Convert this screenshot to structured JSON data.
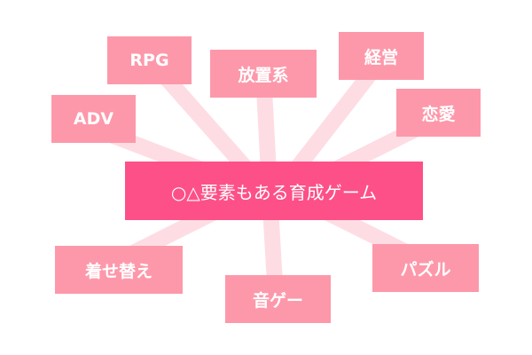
{
  "colors": {
    "center": "#fd5088",
    "node": "#fd98aa",
    "link": "#fddde3",
    "text": "#ffffff"
  },
  "center": {
    "label": "○△要素もある育成ゲーム"
  },
  "nodes": [
    {
      "id": "rpg",
      "label": "RPG"
    },
    {
      "id": "idle",
      "label": "放置系"
    },
    {
      "id": "management",
      "label": "経営"
    },
    {
      "id": "adv",
      "label": "ADV"
    },
    {
      "id": "romance",
      "label": "恋愛"
    },
    {
      "id": "dressup",
      "label": "着せ替え"
    },
    {
      "id": "rhythm",
      "label": "音ゲー"
    },
    {
      "id": "puzzle",
      "label": "パズル"
    }
  ]
}
